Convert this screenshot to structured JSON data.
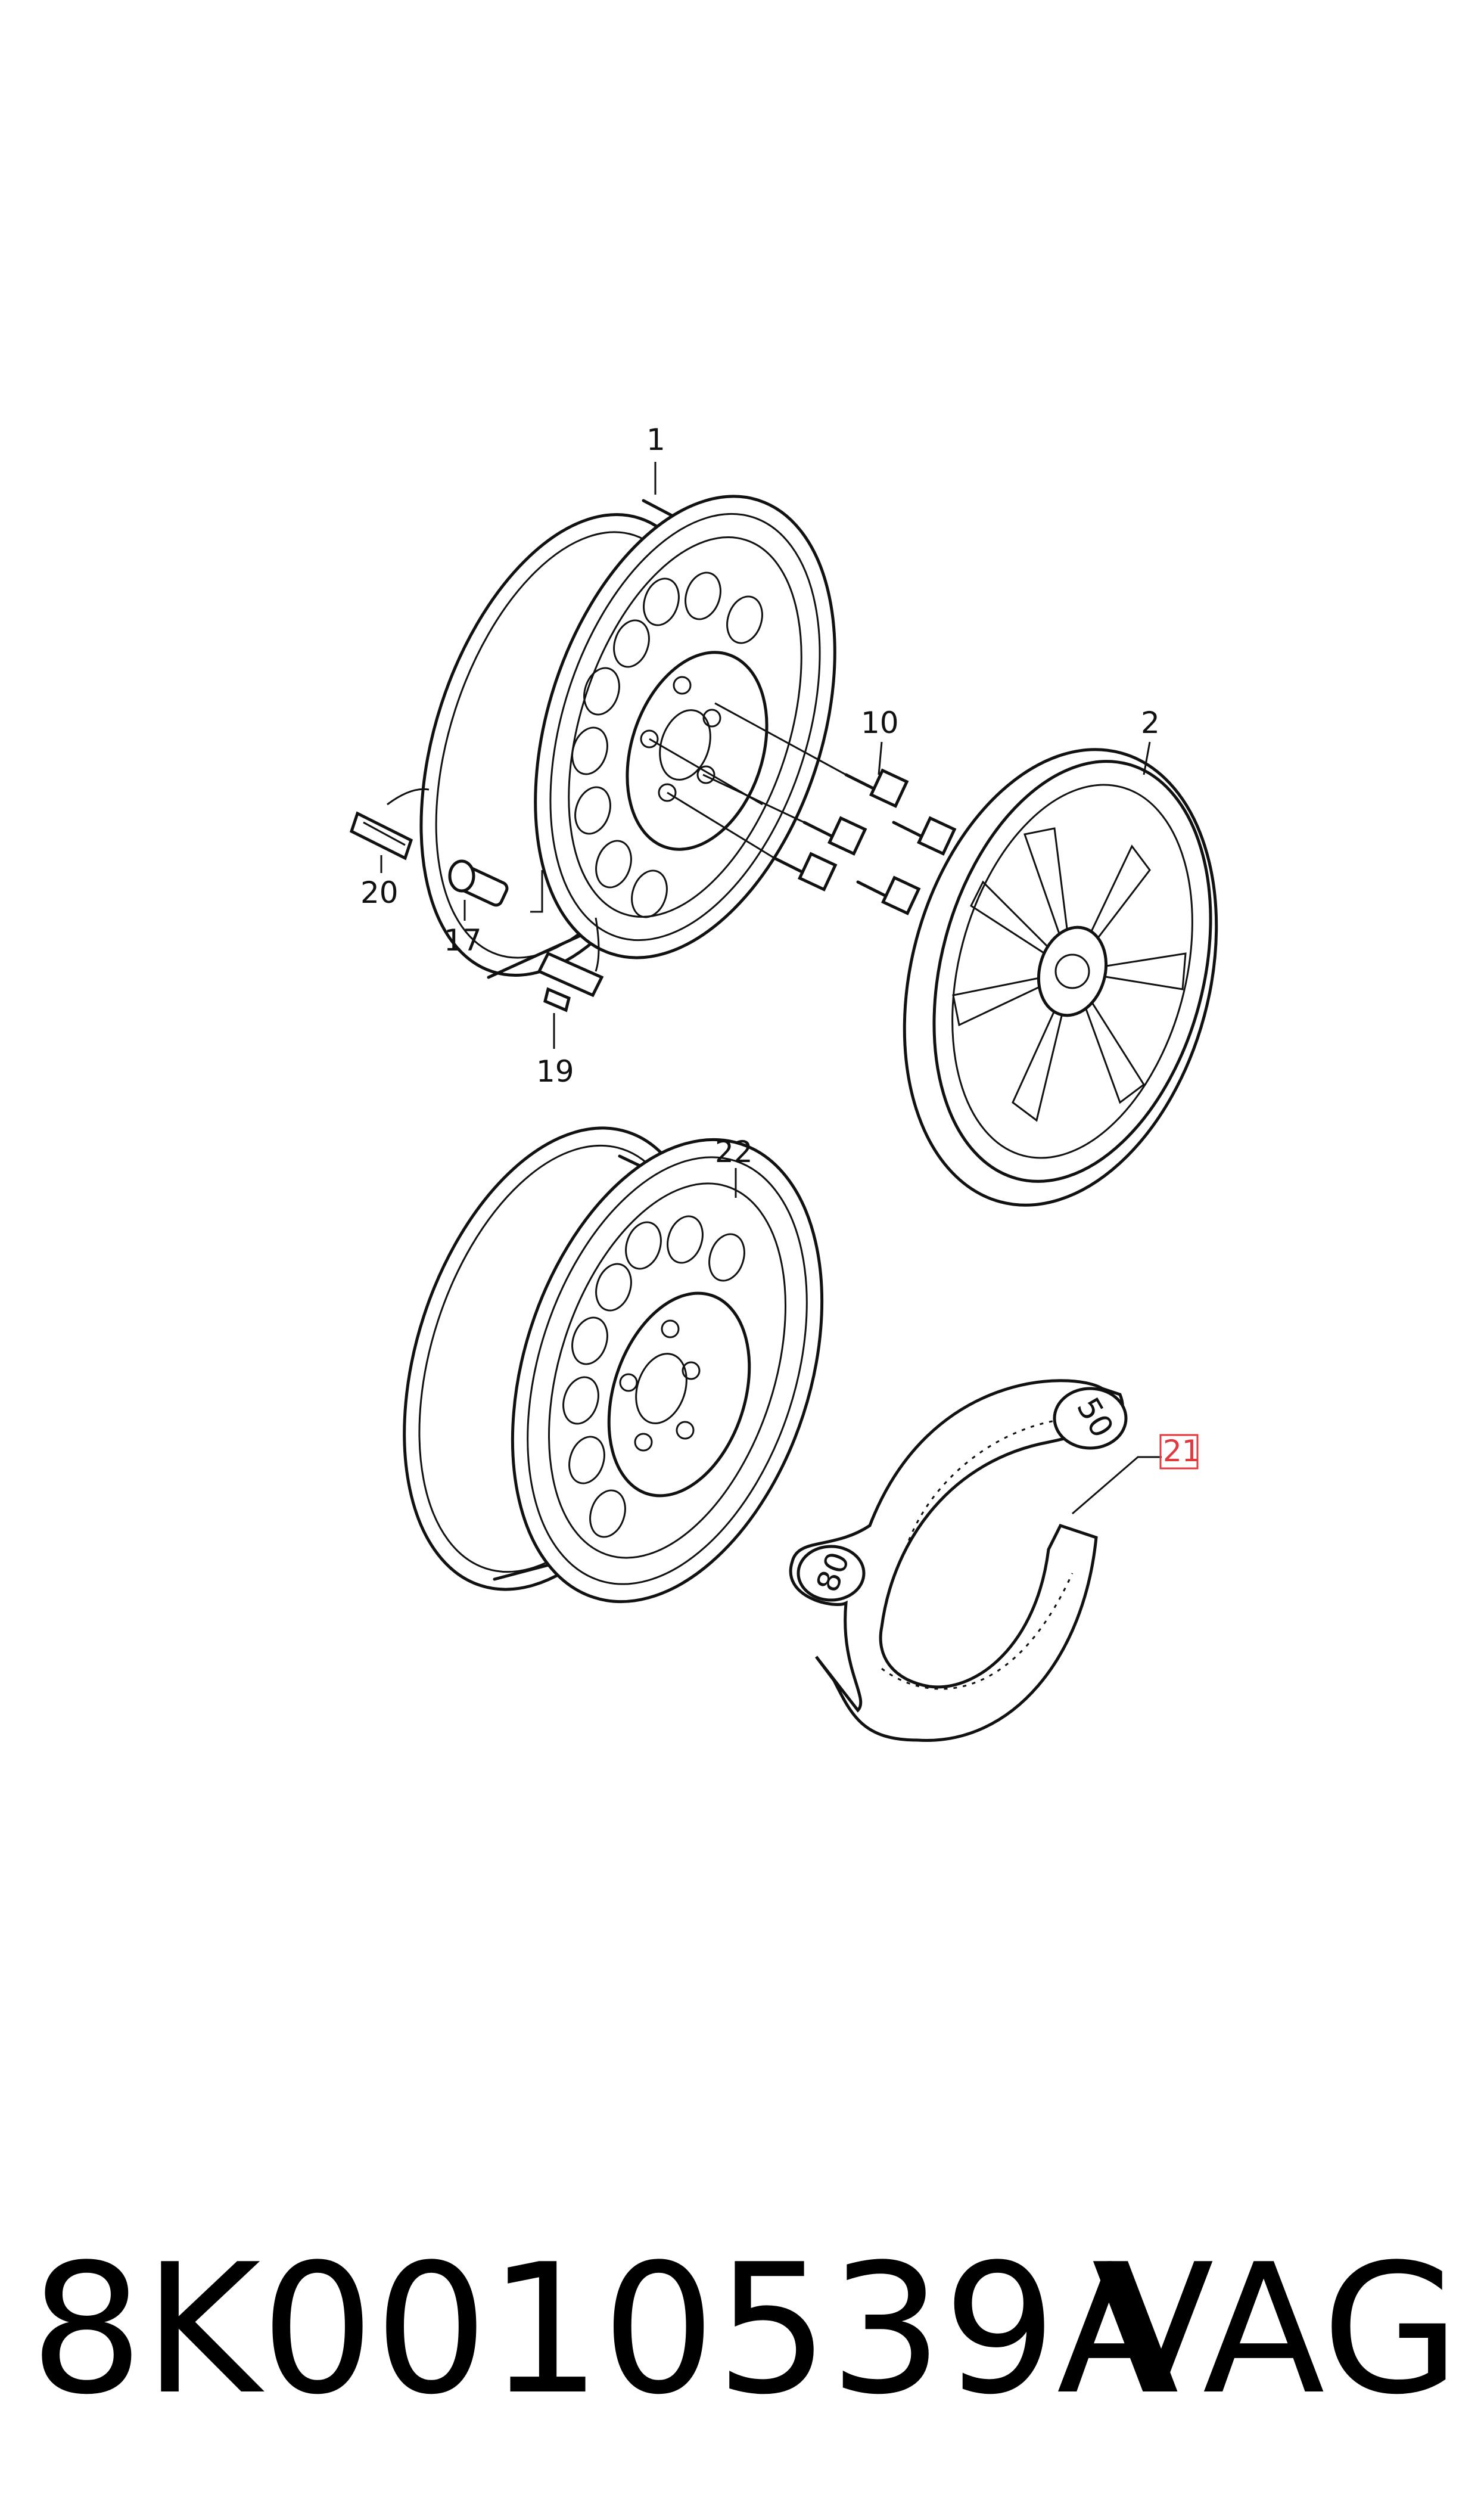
{
  "diagram": {
    "callouts": [
      {
        "id": "c1",
        "label": "1"
      },
      {
        "id": "c2",
        "label": "2"
      },
      {
        "id": "c10",
        "label": "10"
      },
      {
        "id": "c17",
        "label": "17"
      },
      {
        "id": "c19",
        "label": "19"
      },
      {
        "id": "c20",
        "label": "20"
      },
      {
        "id": "c21",
        "label": "21"
      },
      {
        "id": "c22",
        "label": "22"
      }
    ],
    "scale_marks": {
      "left": "80",
      "right": "50"
    },
    "highlight_color": "#e0393e"
  },
  "footer": {
    "part_number": "8K0010539A",
    "brand": "VAG"
  }
}
